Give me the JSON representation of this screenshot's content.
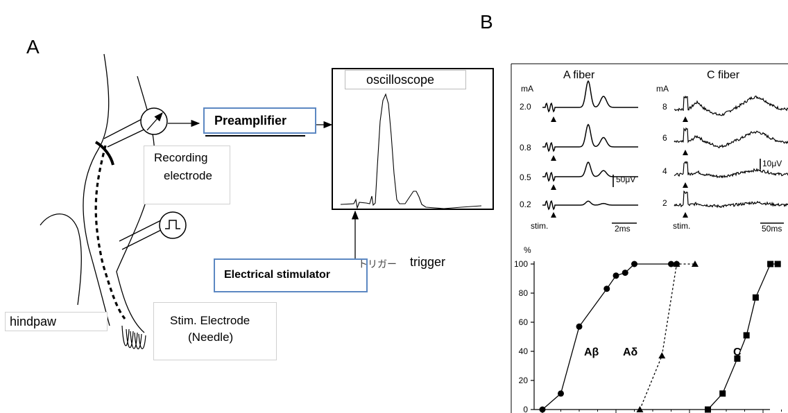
{
  "panels": {
    "a": "A",
    "b": "B"
  },
  "diagram": {
    "oscilloscope": "oscilloscope",
    "preamplifier": "Preamplifier",
    "recording_electrode": [
      "Recording",
      "electrode"
    ],
    "stimulator": "Electrical stimulator",
    "trigger_jp": "トリガー",
    "trigger": "trigger",
    "stim_electrode": [
      "Stim. Electrode",
      "(Needle)"
    ],
    "hindpaw": "hindpaw"
  },
  "traces": {
    "a_title": "A fiber",
    "c_title": "C fiber",
    "unit": "mA",
    "a_levels": [
      "2.0",
      "0.8",
      "0.5",
      "0.2"
    ],
    "c_levels": [
      "8",
      "6",
      "4",
      "2"
    ],
    "a_scale_v": "50μV",
    "c_scale_v": "10μV",
    "a_scale_t": "2ms",
    "c_scale_t": "50ms",
    "stim": "stim."
  },
  "chart_data": {
    "type": "line",
    "ylabel": "%",
    "ylim": [
      0,
      100
    ],
    "yticks": [
      0,
      20,
      40,
      60,
      80,
      100
    ],
    "series": [
      {
        "name": "Aβ",
        "marker": "circle",
        "line": "solid",
        "points": [
          [
            0,
            0
          ],
          [
            1,
            11
          ],
          [
            2,
            57
          ],
          [
            3.5,
            83
          ],
          [
            4,
            92
          ],
          [
            4.5,
            94
          ],
          [
            5,
            100
          ],
          [
            7,
            100
          ],
          [
            7.3,
            100
          ]
        ]
      },
      {
        "name": "Aδ",
        "marker": "triangle",
        "line": "dashed",
        "points": [
          [
            5.3,
            0
          ],
          [
            6.5,
            37
          ],
          [
            7.3,
            100
          ],
          [
            8.3,
            100
          ]
        ]
      },
      {
        "name": "C",
        "marker": "square",
        "line": "solid",
        "points": [
          [
            9,
            0
          ],
          [
            9.8,
            11
          ],
          [
            10.6,
            35
          ],
          [
            11.1,
            51
          ],
          [
            11.6,
            77
          ],
          [
            12.4,
            100
          ],
          [
            12.8,
            100
          ]
        ]
      }
    ]
  }
}
